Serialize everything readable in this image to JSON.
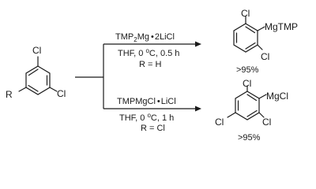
{
  "start_material": {
    "substituents": {
      "top": "Cl",
      "right": "Cl",
      "left": "R"
    }
  },
  "reactions": [
    {
      "reagent_main": "TMP",
      "reagent_sub": "2",
      "reagent_rest": "Mg",
      "reagent_dot": "•",
      "reagent_salt": "2LiCl",
      "solvent_prefix": "THF, 0 ",
      "degree": "o",
      "temp_rest": "C, 0.5 h",
      "r_condition": "R = H",
      "product": {
        "top": "Cl",
        "metal": "MgTMP",
        "bottom": "Cl"
      },
      "yield": ">95%"
    },
    {
      "reagent_main": "TMPMgCl",
      "reagent_dot": "•",
      "reagent_salt": "LiCl",
      "solvent_prefix": "THF, 0 ",
      "degree": "o",
      "temp_rest": "C, 1 h",
      "r_condition": "R = Cl",
      "product": {
        "top": "Cl",
        "metal": "MgCl",
        "left_bottom": "Cl",
        "right_bottom": "Cl"
      },
      "yield": ">95%"
    }
  ]
}
